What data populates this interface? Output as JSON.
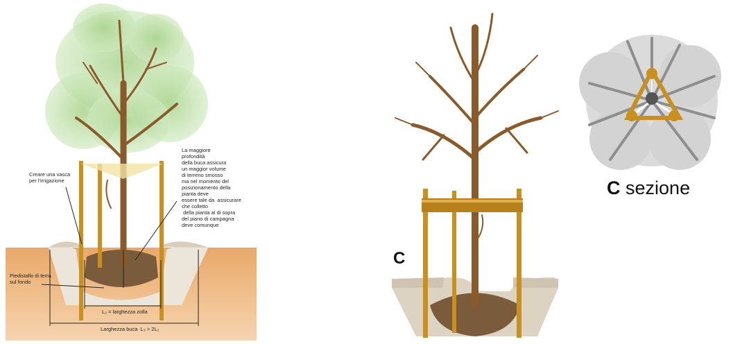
{
  "panel_left": {
    "annotations": {
      "vasca": "Creare una vasca\nper l'irrigazione",
      "profondita": "La maggiore\nprofondità\ndella buca assicura\nun maggior volume\ndi terreno smosso\nma nel momento del\nposizionamento della\npianta deve\nessere tale da  assicurare\nche colletto\n della pianta al di sopra\ndel piano di campagna\ndeve comunque",
      "piedistallo": "Piedistallo di terra\nsul fondo",
      "zolla": "L₂ = larghezza zolla",
      "buca": "Larghezza buca  L₃ > 2L₂"
    }
  },
  "panel_middle": {
    "label_c": "C"
  },
  "panel_right": {
    "section_letter": "C",
    "section_word": "sezione"
  },
  "colors": {
    "stake": "#c8901e",
    "bark": "#8a5a2a",
    "foliage": "#b8dca0",
    "soil_orange": "#e8a060",
    "root_ball": "#7a5b3b",
    "gravel": "#ddd3c3"
  }
}
